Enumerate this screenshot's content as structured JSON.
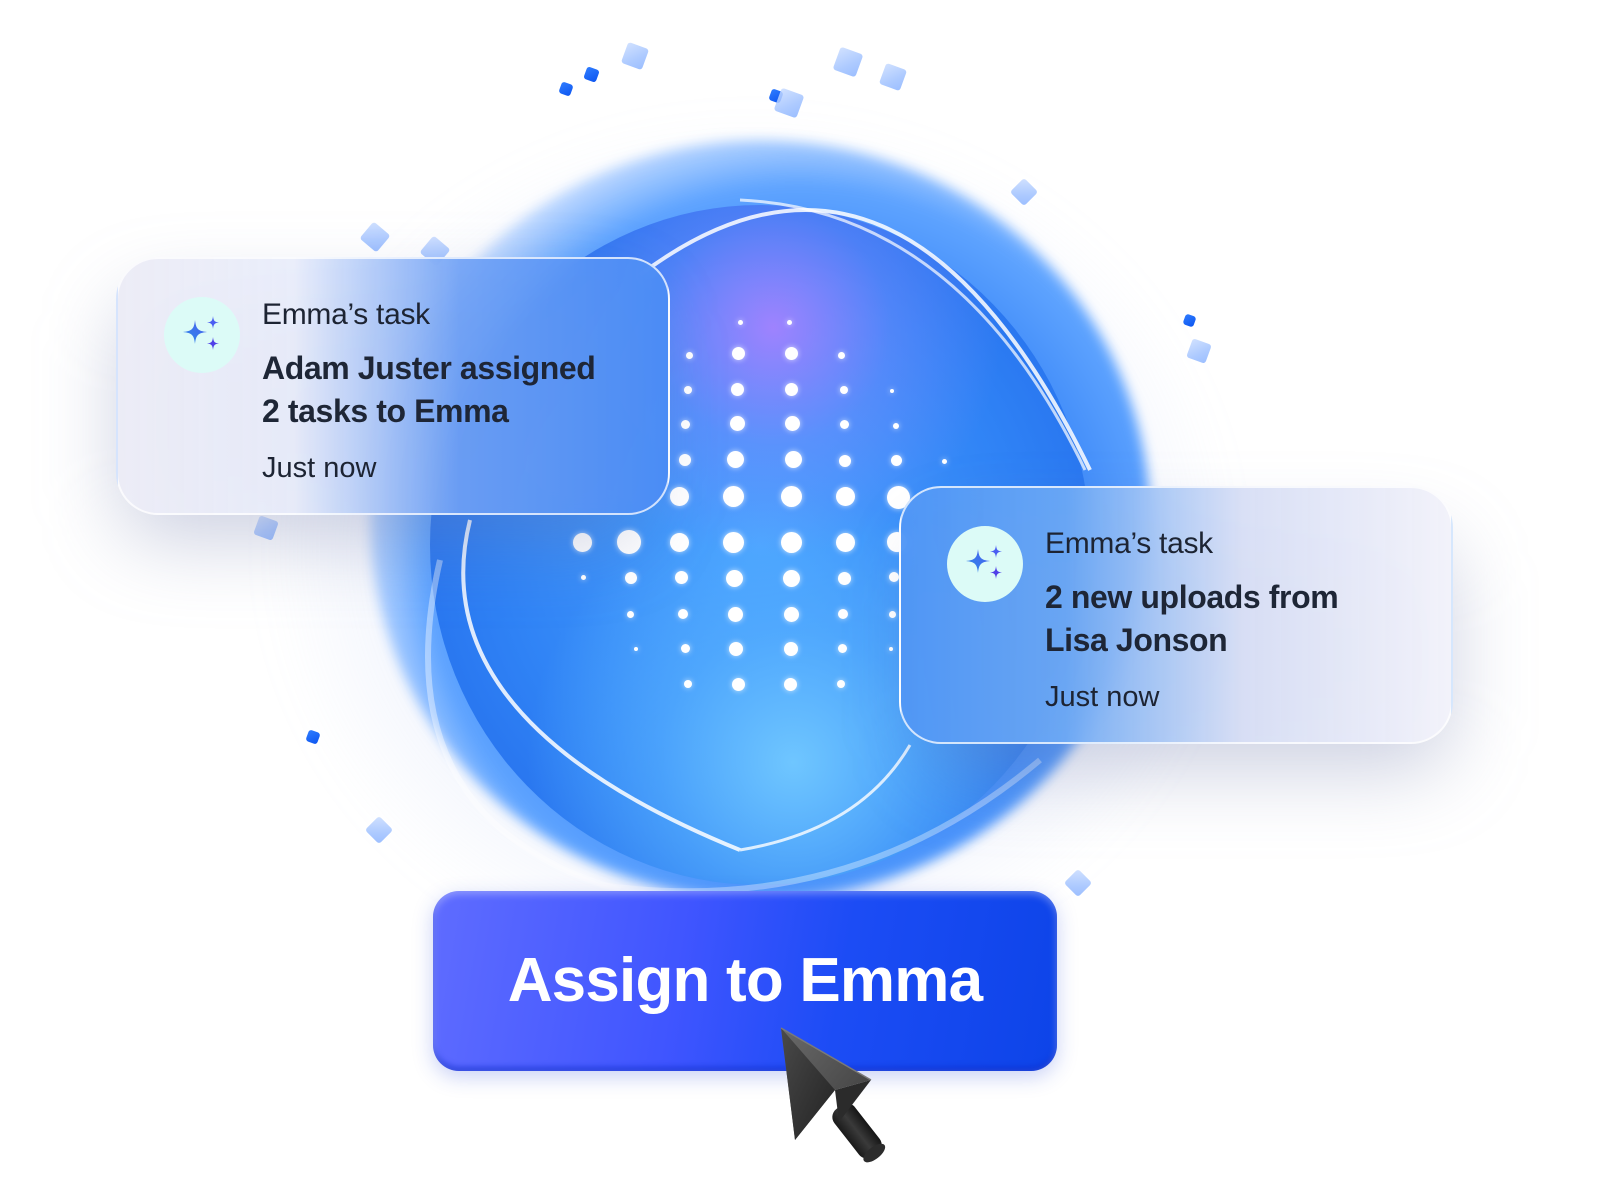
{
  "notifications": [
    {
      "title": "Emma’s task",
      "body_line1": "Adam Juster assigned",
      "body_line2": "2 tasks to Emma",
      "time": "Just now",
      "icon": "sparkles-icon"
    },
    {
      "title": "Emma’s task",
      "body_line1": "2 new uploads from",
      "body_line2": "Lisa Jonson",
      "time": "Just now",
      "icon": "sparkles-icon"
    }
  ],
  "cta": {
    "label": "Assign to Emma",
    "color_start": "#5f6cff",
    "color_end": "#0d44e8"
  },
  "cursor": {
    "icon": "pointer-cursor-icon"
  },
  "colors": {
    "orb_blue": "#2f82f5",
    "orb_purple": "#a582ff",
    "icon_bg": "#dcfbf7",
    "text_dark": "#1d2433"
  }
}
